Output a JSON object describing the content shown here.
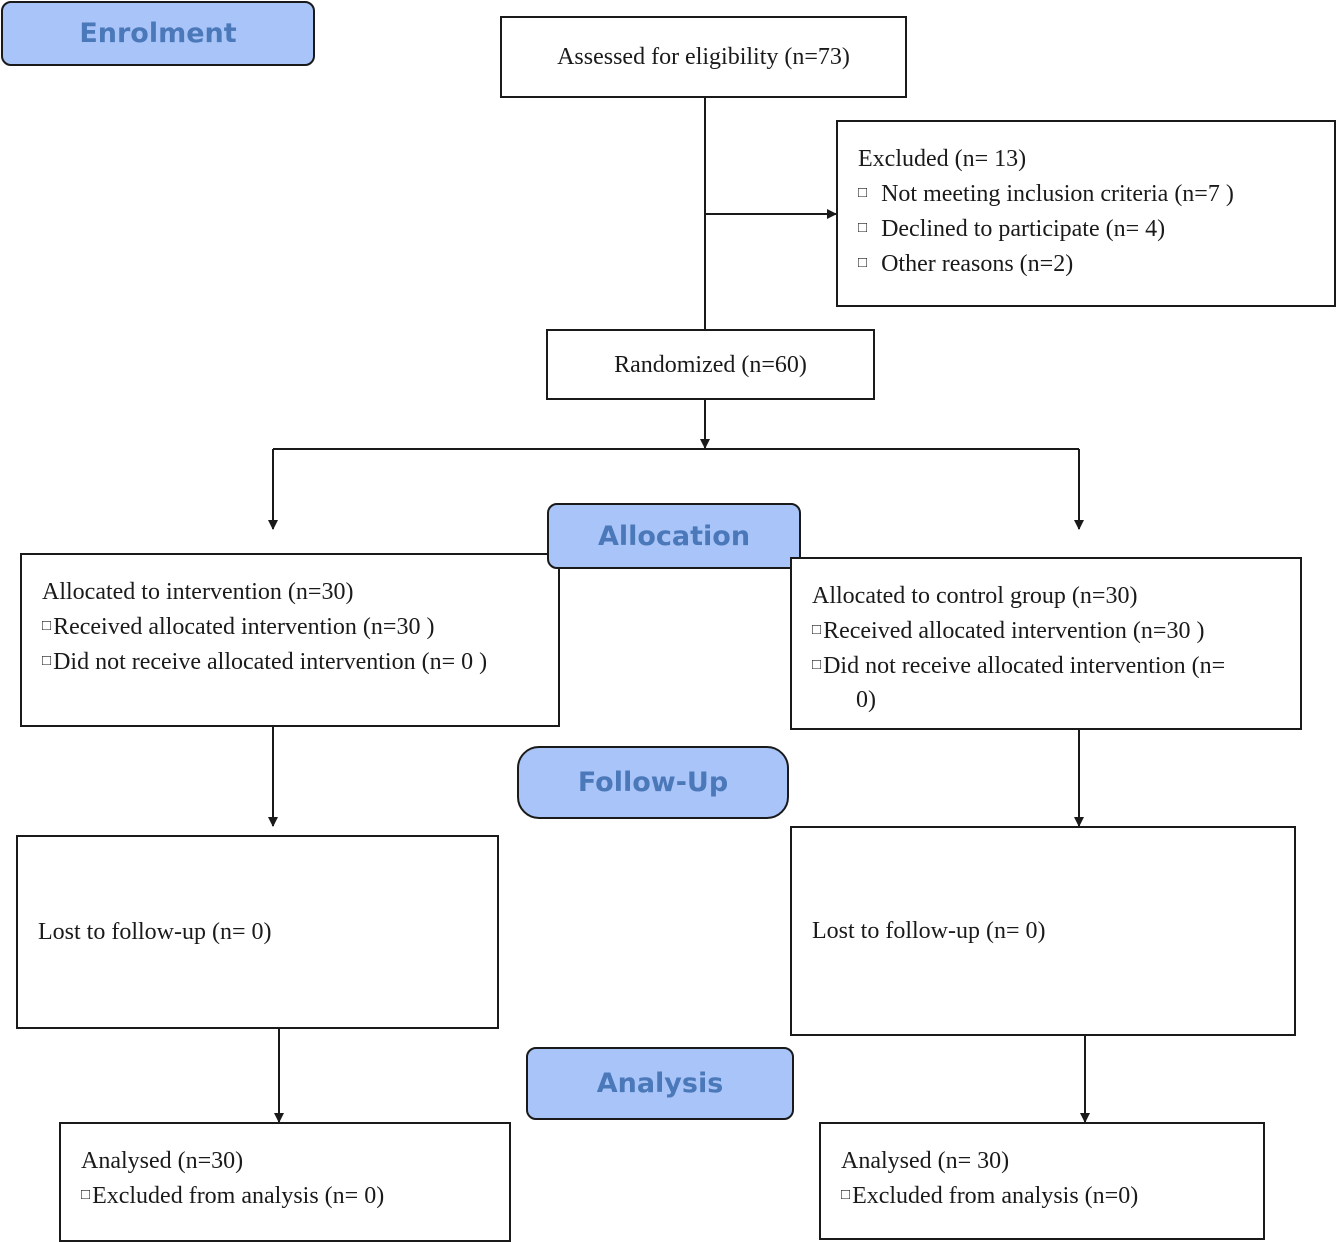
{
  "stages": {
    "enrolment": "Enrolment",
    "allocation": "Allocation",
    "follow_up": "Follow-Up",
    "analysis": "Analysis"
  },
  "boxes": {
    "assessed": "Assessed for eligibility (n=73)",
    "excluded": {
      "title": "Excluded (n= 13)",
      "items": [
        "Not meeting inclusion criteria (n=7 )",
        "Declined to participate (n=  4)",
        "Other reasons (n=2)"
      ]
    },
    "randomized": "Randomized (n=60)",
    "alloc_intervention": {
      "title": "Allocated to intervention (n=30)",
      "received": "Received allocated intervention (n=30  )",
      "not_received": "Did not receive allocated intervention (n= 0 )"
    },
    "alloc_control": {
      "title": "Allocated to control group (n=30)",
      "received": "Received allocated intervention (n=30  )",
      "not_received_line1": "Did not receive allocated intervention (n=",
      "not_received_line2": "0)"
    },
    "lost_intervention": "Lost to follow-up (n= 0)",
    "lost_control": "Lost to follow-up (n= 0)",
    "analysed_intervention": {
      "title": "Analysed (n=30)",
      "excluded": "Excluded from analysis (n= 0)"
    },
    "analysed_control": {
      "title": "Analysed (n= 30)",
      "excluded": "Excluded from analysis (n=0)"
    }
  },
  "colors": {
    "stage_fill": "#a8c4f8",
    "stage_text": "#4a78b8",
    "line": "#1a1a1a"
  }
}
